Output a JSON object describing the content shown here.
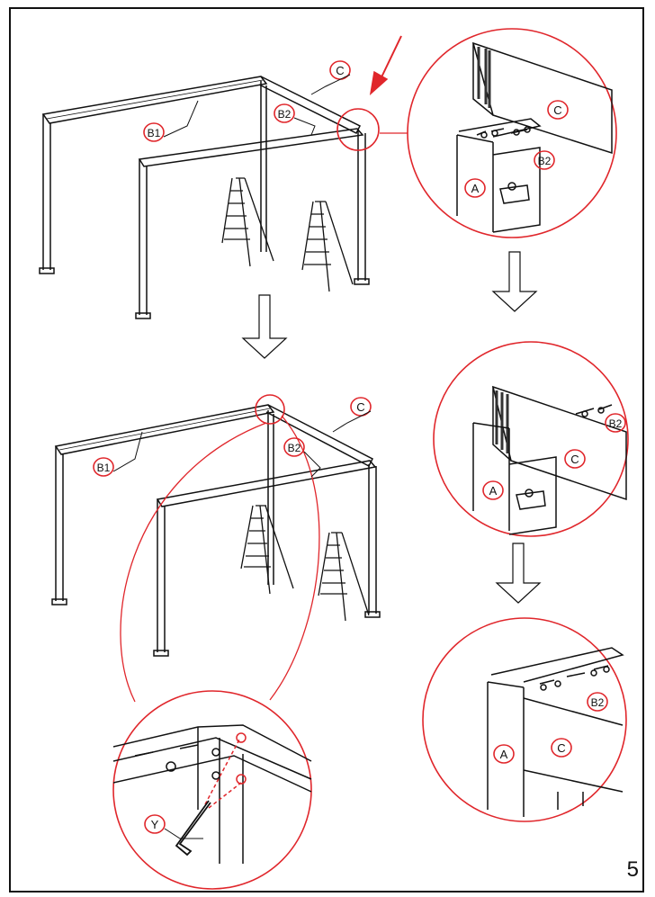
{
  "page": {
    "number": "5"
  },
  "labels": {
    "b1": "B1",
    "b2": "B2",
    "c": "C",
    "a": "A",
    "y": "Y"
  },
  "colors": {
    "callout": "#e0262b",
    "line": "#111111",
    "background": "#ffffff"
  },
  "icons": {
    "down_arrow": "hollow-down-arrow",
    "pointer": "red-pointer-arrow",
    "tool": "hex-key",
    "ladder": "step-ladder"
  }
}
